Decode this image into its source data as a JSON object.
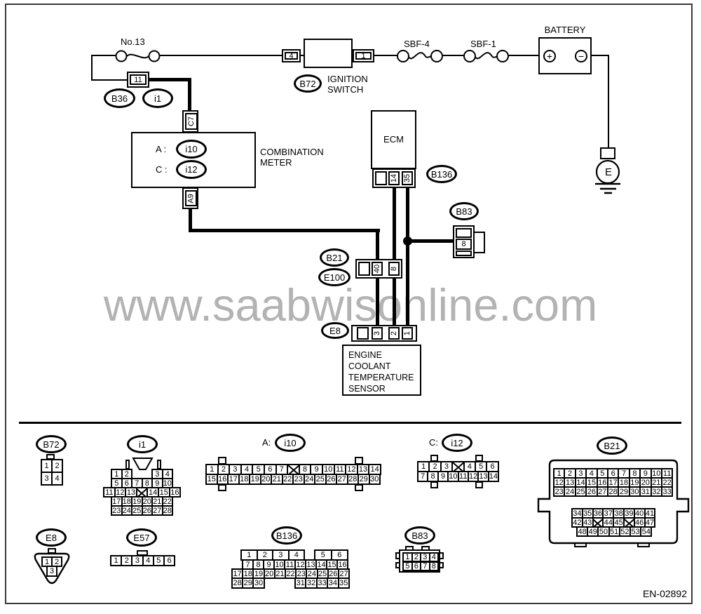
{
  "page": {
    "watermark": "www.saabwisonline.com",
    "doc_code": "EN-02892"
  },
  "circuit": {
    "fuse_label": "No.13",
    "fuse_block": {
      "pin": "11",
      "ref_primary": "B36",
      "ref_secondary": "i1"
    },
    "ignition": {
      "pin_in": "4",
      "pin_out": "1",
      "ref": "B72",
      "name_line1": "IGNITION",
      "name_line2": "SWITCH"
    },
    "sbf4_label": "SBF-4",
    "sbf1_label": "SBF-1",
    "battery": {
      "name": "BATTERY",
      "plus": "+",
      "minus": "−"
    },
    "ground_label": "E",
    "meter": {
      "pin_top": "C7",
      "pin_bottom": "A9",
      "row_a_prefix": "A :",
      "row_a_ref": "i10",
      "row_c_prefix": "C :",
      "row_c_ref": "i12",
      "name_line1": "COMBINATION",
      "name_line2": "METER"
    },
    "ecm": {
      "name": "ECM",
      "pin_14": "14",
      "pin_35": "35",
      "ref": "B136"
    },
    "b83_branch": {
      "ref": "B83",
      "pin": "8"
    },
    "inline_connector": {
      "ref_top": "B21",
      "ref_bottom": "E100",
      "pin_40": "40",
      "pin_8": "8"
    },
    "sensor": {
      "ref": "E8",
      "pin_3": "3",
      "pin_2": "2",
      "pin_1": "1",
      "name_line1": "ENGINE",
      "name_line2": "COOLANT",
      "name_line3": "TEMPERATURE",
      "name_line4": "SENSOR"
    }
  },
  "pinouts": {
    "b72": {
      "label": "B72",
      "row1": [
        "1",
        "2"
      ],
      "row2": [
        "3",
        "4"
      ]
    },
    "i1": {
      "label": "i1",
      "row1a": [
        "1",
        "2"
      ],
      "row1b": [
        "3",
        "4"
      ],
      "row2": [
        "5",
        "6",
        "7",
        "8",
        "9",
        "10"
      ],
      "row3": [
        "11",
        "12",
        "13",
        "X",
        "14",
        "15",
        "16"
      ],
      "row4": [
        "17",
        "18",
        "19",
        "20",
        "21",
        "22"
      ],
      "row5": [
        "23",
        "24",
        "25",
        "26",
        "27",
        "28"
      ]
    },
    "i10": {
      "prefix": "A:",
      "label": "i10",
      "row1": [
        "1",
        "2",
        "3",
        "4",
        "5",
        "6",
        "7",
        "X",
        "8",
        "9",
        "10",
        "11",
        "12",
        "13",
        "14"
      ],
      "row2": [
        "15",
        "16",
        "17",
        "18",
        "19",
        "20",
        "21",
        "22",
        "23",
        "24",
        "25",
        "26",
        "27",
        "28",
        "29",
        "30"
      ]
    },
    "i12": {
      "prefix": "C:",
      "label": "i12",
      "row1": [
        "1",
        "2",
        "3",
        "X",
        "4",
        "5",
        "6"
      ],
      "row2": [
        "7",
        "8",
        "9",
        "10",
        "11",
        "12",
        "13",
        "14"
      ]
    },
    "b21": {
      "label": "B21",
      "row1": [
        "1",
        "2",
        "3",
        "4",
        "5",
        "6",
        "7",
        "8",
        "9",
        "10",
        "11"
      ],
      "row2": [
        "12",
        "13",
        "14",
        "15",
        "16",
        "17",
        "18",
        "19",
        "20",
        "21",
        "22"
      ],
      "row3": [
        "23",
        "24",
        "25",
        "26",
        "27",
        "28",
        "29",
        "30",
        "31",
        "32",
        "33"
      ],
      "row4": [
        "34",
        "35",
        "36",
        "37",
        "38",
        "39",
        "40",
        "41"
      ],
      "row5": [
        "42",
        "43",
        "X",
        "44",
        "45",
        "X",
        "46",
        "47"
      ],
      "row6": [
        "48",
        "49",
        "50",
        "51",
        "52",
        "53",
        "54"
      ]
    },
    "e8": {
      "label": "E8",
      "row1": [
        "1",
        "2"
      ],
      "row2": [
        "3"
      ]
    },
    "e57": {
      "label": "E57",
      "row1": [
        "1",
        "2",
        "3",
        "4",
        "5",
        "6"
      ]
    },
    "b136": {
      "label": "B136",
      "row1a": [
        "1",
        "2",
        "3",
        "4"
      ],
      "row1b": [
        "5",
        "6"
      ],
      "row2": [
        "7",
        "8",
        "9",
        "10",
        "11",
        "12",
        "13",
        "14",
        "15",
        "16"
      ],
      "row3": [
        "17",
        "18",
        "19",
        "20",
        "21",
        "22",
        "23",
        "24",
        "25",
        "26",
        "27"
      ],
      "row4a": [
        "28",
        "29",
        "30"
      ],
      "row4b": [
        "31",
        "32",
        "33",
        "34",
        "35"
      ]
    },
    "b83": {
      "label": "B83",
      "row1": [
        "1",
        "2",
        "3",
        "4"
      ],
      "row2": [
        "5",
        "6",
        "7",
        "8"
      ]
    }
  }
}
